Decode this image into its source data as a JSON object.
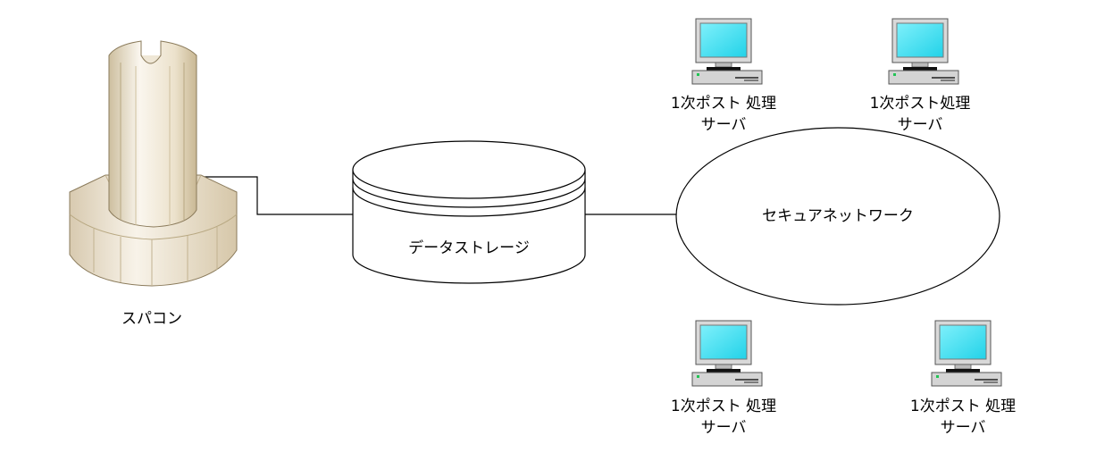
{
  "nodes": {
    "supercomputer": {
      "label": "スパコン"
    },
    "storage": {
      "label": "データストレージ"
    },
    "network": {
      "label": "セキュアネットワーク"
    },
    "servers": [
      {
        "line1": "1次ポスト 処理",
        "line2": "サーバ"
      },
      {
        "line1": "1次ポスト処理",
        "line2": "サーバ"
      },
      {
        "line1": "1次ポスト 処理",
        "line2": "サーバ"
      },
      {
        "line1": "1次ポスト 処理",
        "line2": "サーバ"
      }
    ]
  },
  "edges": [
    {
      "from": "supercomputer",
      "to": "storage"
    },
    {
      "from": "storage",
      "to": "network"
    }
  ],
  "colors": {
    "tower_face": "#f2eadb",
    "tower_outline": "#8a7a5a",
    "screen": "#3fdff0",
    "monitor_body": "#d8d8d8",
    "indicator": "#22c455"
  }
}
